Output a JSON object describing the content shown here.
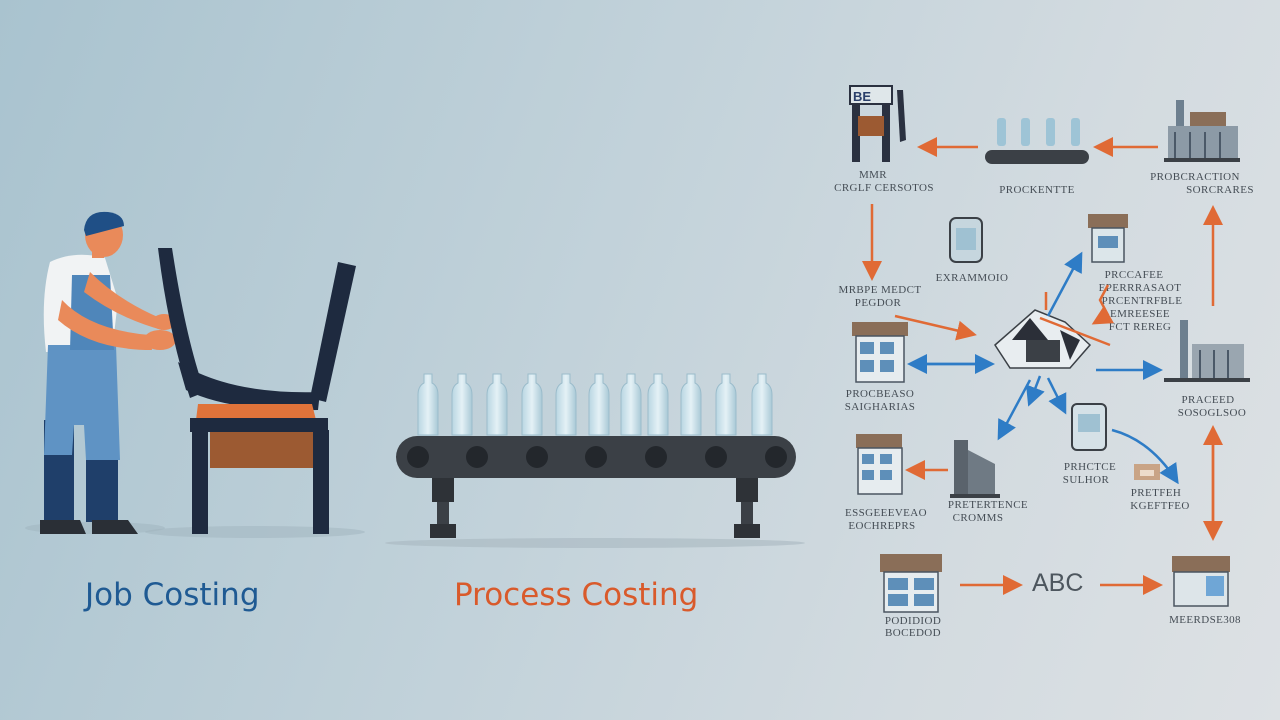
{
  "labels": {
    "job_costing": "Job Costing",
    "process_costing": "Process Costing",
    "abc": "ABC"
  },
  "colors": {
    "job_label": "#1f5a93",
    "process_label": "#d95a2b",
    "arrow_orange": "#e06a35",
    "arrow_blue": "#2e7cc6",
    "dark": "#2b2f38"
  }
}
